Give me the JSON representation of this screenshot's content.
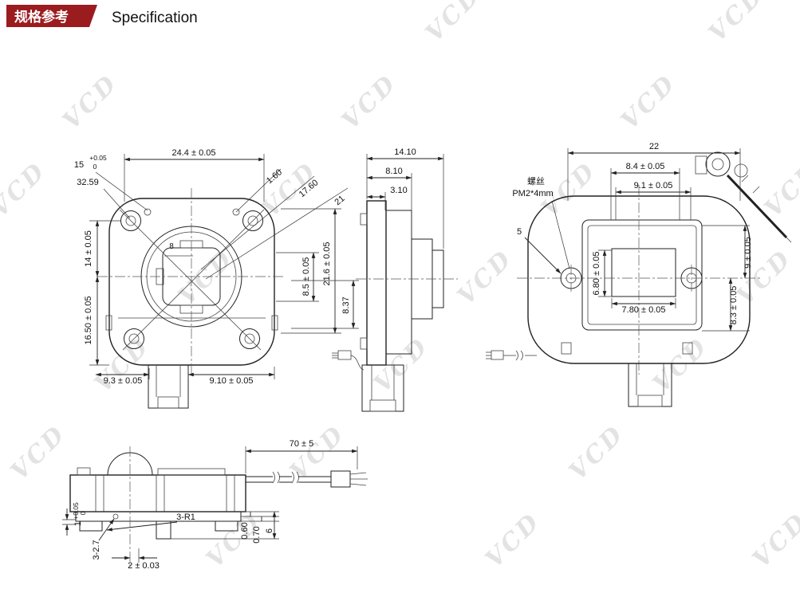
{
  "header": {
    "title_cn": "规格参考",
    "title_en": "Specification"
  },
  "watermark": {
    "text": "VCD"
  },
  "front_view": {
    "dims": {
      "width_top": "24.4 ± 0.05",
      "d15": "15",
      "d15_tol_top": "+0.05",
      "d15_tol_bot": "0",
      "d32_59": "32.59",
      "d1_60": "1.60",
      "d17_60": "17.60",
      "d21": "21",
      "d14": "14 ± 0.05",
      "d16_50": "16.50 ± 0.05",
      "d8": "8",
      "d8_5": "8.5 ± 0.05",
      "d21_6": "21.6 ± 0.05",
      "d8_37": "8.37",
      "d9_3": "9.3 ± 0.05",
      "d9_10": "9.10 ± 0.05"
    }
  },
  "side_view": {
    "dims": {
      "d14_10": "14.10",
      "d8_10": "8.10",
      "d3_10": "3.10"
    }
  },
  "back_view": {
    "labels": {
      "screw_cn": "螺丝",
      "screw_spec": "PM2*4mm",
      "d5": "5"
    },
    "dims": {
      "d22": "22",
      "d8_4": "8.4 ± 0.05",
      "d9_1": "9.1 ± 0.05",
      "d6_80": "6.80 ± 0.05",
      "d7_80": "7.80 ± 0.05",
      "d9": "9 ± 0.05",
      "d8_3": "8.3 ± 0.05"
    }
  },
  "bottom_view": {
    "dims": {
      "d70": "70 ± 5",
      "d3_r1": "3-R1",
      "d0_60": "0.60",
      "d0_70": "0.70",
      "d6": "6",
      "d1": "1",
      "d1_tol_top": "+0.05",
      "d1_tol_bot": "0",
      "d3_2_7": "3-2.7",
      "d2": "2 ± 0.03"
    }
  }
}
